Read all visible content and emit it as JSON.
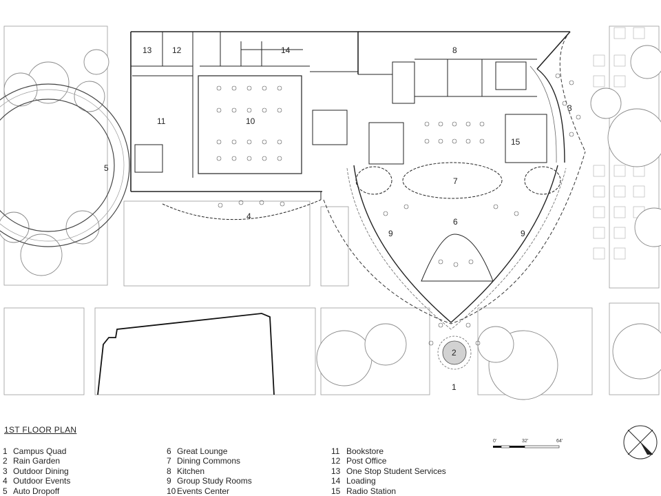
{
  "plan": {
    "title": "1ST FLOOR PLAN",
    "room_labels": [
      {
        "id": "1",
        "text": "1"
      },
      {
        "id": "2",
        "text": "2"
      },
      {
        "id": "3",
        "text": "3"
      },
      {
        "id": "4",
        "text": "4"
      },
      {
        "id": "5",
        "text": "5"
      },
      {
        "id": "6",
        "text": "6"
      },
      {
        "id": "7",
        "text": "7"
      },
      {
        "id": "8",
        "text": "8"
      },
      {
        "id": "9a",
        "text": "9"
      },
      {
        "id": "9b",
        "text": "9"
      },
      {
        "id": "10",
        "text": "10"
      },
      {
        "id": "11",
        "text": "11"
      },
      {
        "id": "12",
        "text": "12"
      },
      {
        "id": "13",
        "text": "13"
      },
      {
        "id": "14",
        "text": "14"
      },
      {
        "id": "15",
        "text": "15"
      }
    ]
  },
  "legend": {
    "col1": [
      {
        "num": "1",
        "label": "Campus Quad"
      },
      {
        "num": "2",
        "label": "Rain Garden"
      },
      {
        "num": "3",
        "label": "Outdoor Dining"
      },
      {
        "num": "4",
        "label": "Outdoor Events"
      },
      {
        "num": "5",
        "label": "Auto Dropoff"
      }
    ],
    "col2": [
      {
        "num": "6",
        "label": "Great Lounge"
      },
      {
        "num": "7",
        "label": "Dining Commons"
      },
      {
        "num": "8",
        "label": "Kitchen"
      },
      {
        "num": "9",
        "label": "Group Study Rooms"
      },
      {
        "num": "10",
        "label": "Events Center"
      }
    ],
    "col3": [
      {
        "num": "11",
        "label": "Bookstore"
      },
      {
        "num": "12",
        "label": "Post Office"
      },
      {
        "num": "13",
        "label": "One Stop Student Services"
      },
      {
        "num": "14",
        "label": "Loading"
      },
      {
        "num": "15",
        "label": "Radio Station"
      }
    ]
  },
  "scale_bar": {
    "ticks": [
      "0'",
      "32'",
      "64'"
    ]
  },
  "colors": {
    "line": "#222222",
    "tree": "#888888",
    "rain_garden": "#d2d2d2"
  }
}
